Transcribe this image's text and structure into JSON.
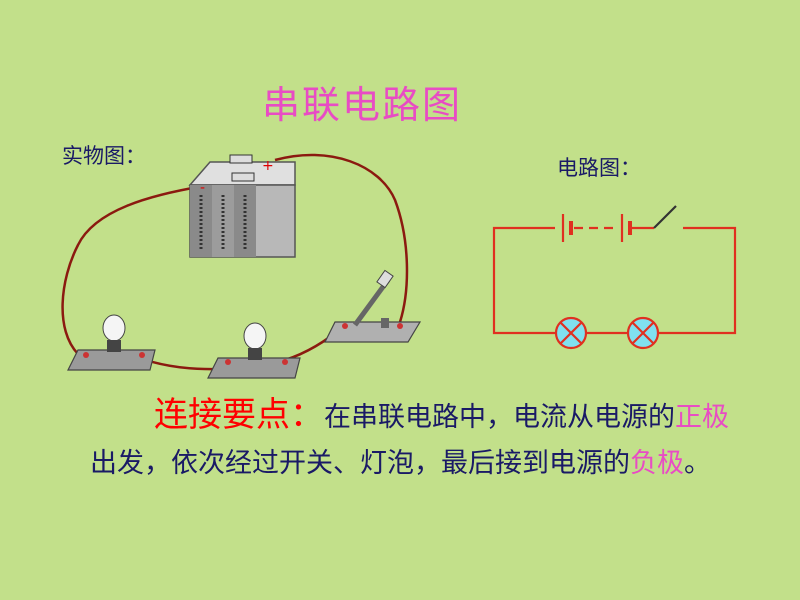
{
  "title": "串联电路图",
  "real_label": "实物图：",
  "circuit_label": "电路图：",
  "summary": {
    "lead": "连接要点：",
    "part1": "在串联电路中，电流从电源的",
    "positive": "正极",
    "part2": "出发，依次经过开关、灯泡，最后接到电源的",
    "negative": "负极",
    "end": "。"
  },
  "battery_marks": {
    "negative": "-",
    "positive": "+"
  },
  "colors": {
    "background": "#c2e08a",
    "wire": "#e03020",
    "real_wire": "#8b1a10",
    "lamp": "#80e0f0"
  }
}
